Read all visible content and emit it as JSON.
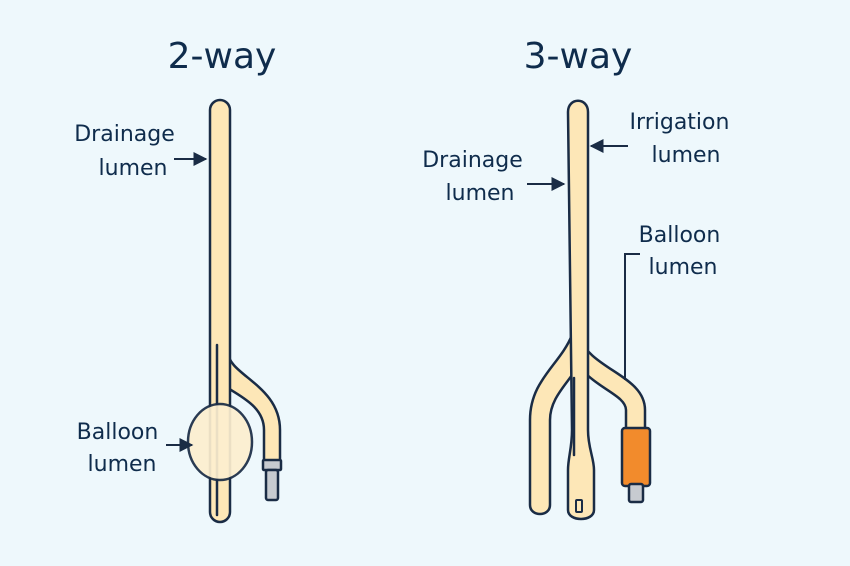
{
  "two_way": {
    "title": "2-way",
    "drainage_label": [
      "Drainage",
      "lumen"
    ],
    "balloon_label": [
      "Balloon",
      "lumen"
    ]
  },
  "three_way": {
    "title": "3-way",
    "drainage_label": [
      "Drainage",
      "lumen"
    ],
    "irrigation_label": [
      "Irrigation",
      "lumen"
    ],
    "balloon_label": [
      "Balloon",
      "lumen"
    ]
  },
  "colors": {
    "background": "#eef8fc",
    "tube": "#fde7b7",
    "outline": "#1a2c45",
    "text": "#0f2c4c",
    "balloon_port_grey": "#c7cbd0",
    "irrigation_port_orange": "#f28b2c"
  }
}
